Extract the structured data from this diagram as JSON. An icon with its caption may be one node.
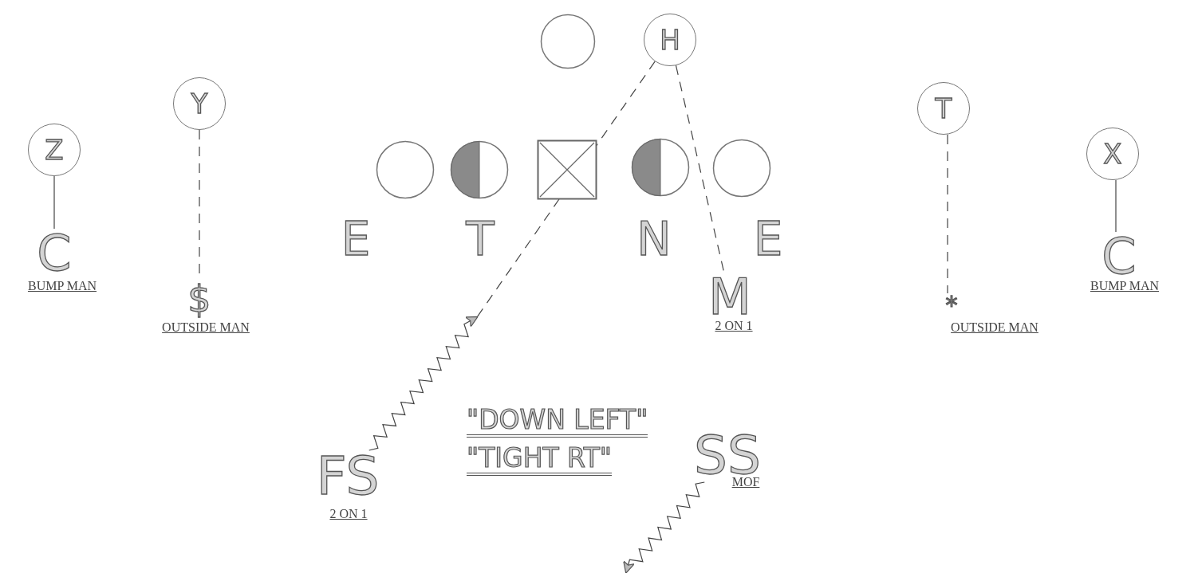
{
  "diagram": {
    "nodes": [
      {
        "text": [],
        "shape": "circle"
      },
      {
        "text": [
          "H"
        ]
      },
      {
        "text": [
          "Y"
        ]
      },
      {
        "text": [
          "Z"
        ]
      },
      {
        "text": [
          "T"
        ]
      },
      {
        "text": [
          "X"
        ]
      },
      {
        "text": [],
        "shape": "circle"
      },
      {
        "text": [],
        "shape": "half-shaded"
      },
      {
        "text": [],
        "shape": "crossed-box"
      },
      {
        "text": [],
        "shape": "half-shaded"
      },
      {
        "text": [],
        "shape": "circle"
      },
      {
        "text": [
          "C"
        ],
        "beside": [
          "BUMP MAN"
        ]
      },
      {
        "text": [
          "$"
        ],
        "beside": [
          "OUTSIDE MAN"
        ]
      },
      {
        "text": [
          "M"
        ],
        "beside": [
          "2 ON 1"
        ]
      },
      {
        "text": [
          "*"
        ],
        "beside": [
          "OUTSIDE MAN"
        ]
      },
      {
        "text": [
          "C"
        ],
        "beside": [
          "BUMP MAN"
        ]
      },
      {
        "text": [
          "FS"
        ],
        "beside": [
          "2 ON 1"
        ]
      },
      {
        "text": [
          "SS"
        ],
        "beside": [
          "MOF"
        ]
      }
    ],
    "edges": [
      {
        "from": 1,
        "to": null,
        "arrow": "none",
        "style": "dashed"
      },
      {
        "from": 1,
        "to": 13,
        "arrow": "none",
        "style": "dashed"
      },
      {
        "from": 2,
        "to": 12,
        "arrow": "none",
        "style": "dashed"
      },
      {
        "from": 4,
        "to": 14,
        "arrow": "none",
        "style": "dashed"
      },
      {
        "from": 3,
        "to": 11,
        "arrow": "none"
      },
      {
        "from": 5,
        "to": 15,
        "arrow": "none"
      },
      {
        "from": 16,
        "to": null,
        "arrow": "to"
      },
      {
        "from": 17,
        "to": null,
        "arrow": "to"
      }
    ],
    "labels": [
      "E",
      "T",
      "N",
      "E",
      "\"DOWN LEFT\"",
      "\"TIGHT RT\""
    ]
  }
}
